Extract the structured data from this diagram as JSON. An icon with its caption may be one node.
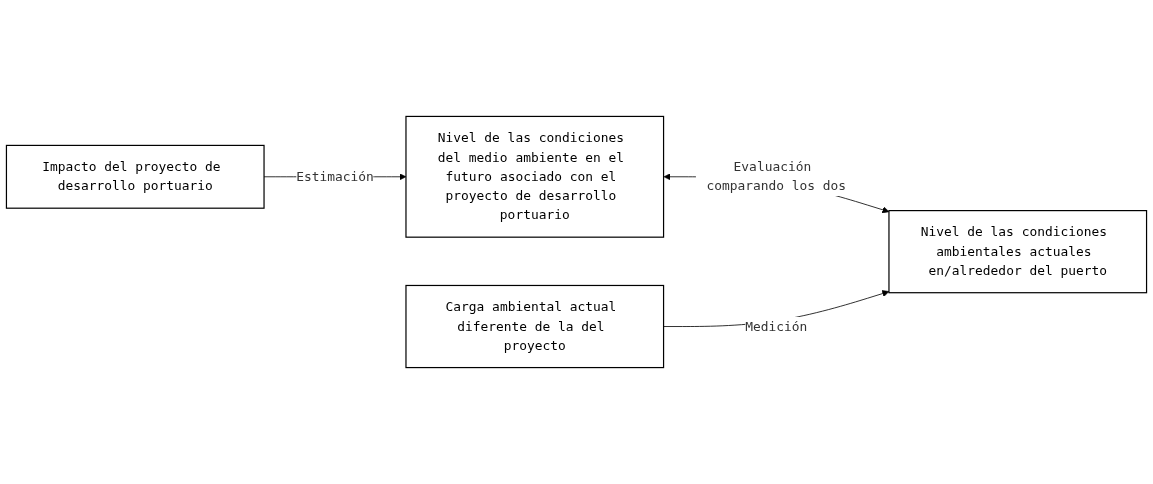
{
  "diagram": {
    "nodes": [
      {
        "text": [
          "Impacto del proyecto de desarrollo portuario"
        ]
      },
      {
        "text": [
          "Nivel de las condiciones del medio ambiente en el futuro asociado con el proyecto de desarrollo portuario"
        ]
      },
      {
        "text": [
          "Carga ambiental actual diferente de la del proyecto"
        ]
      },
      {
        "text": [
          "Nivel de las condiciones ambientales actuales en/alrededor del puerto"
        ]
      }
    ],
    "edges": [
      {
        "from": 0,
        "to": 1,
        "arrow": "to",
        "label": "Estimación"
      },
      {
        "from": 1,
        "to": 3,
        "arrow": "both",
        "label": "Evaluación comparando los dos"
      },
      {
        "from": 2,
        "to": 3,
        "arrow": "to",
        "label": "Medición"
      }
    ]
  }
}
